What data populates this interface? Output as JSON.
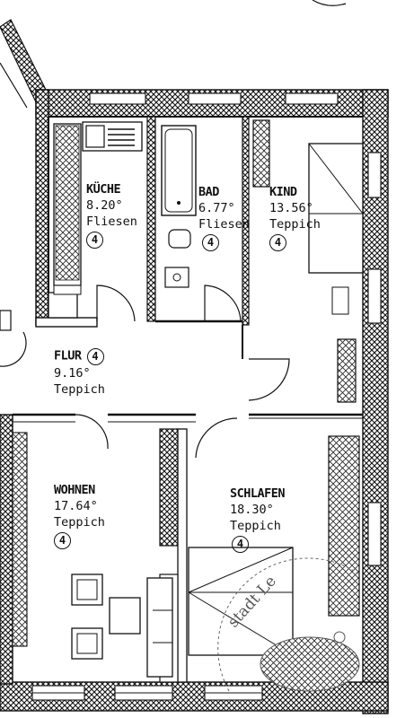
{
  "rooms": {
    "kueche": {
      "name": "KÜCHE",
      "area": "8.20°",
      "floor": "Fliesen",
      "marker": "4"
    },
    "bad": {
      "name": "BAD",
      "area": "6.77°",
      "floor": "Fliesen",
      "marker": "4"
    },
    "kind": {
      "name": "KIND",
      "area": "13.56°",
      "floor": "Teppich",
      "marker": "4"
    },
    "flur": {
      "name": "FLUR",
      "area": "9.16°",
      "floor": "Teppich",
      "marker": "4"
    },
    "wohnen": {
      "name": "WOHNEN",
      "area": "17.64°",
      "floor": "Teppich",
      "marker": "4"
    },
    "schlafen": {
      "name": "SCHLAFEN",
      "area": "18.30°",
      "floor": "Teppich",
      "marker": "4"
    }
  },
  "stamp": {
    "text": "stadt Le"
  },
  "colors": {
    "ink": "#111111",
    "paper": "#ffffff"
  }
}
